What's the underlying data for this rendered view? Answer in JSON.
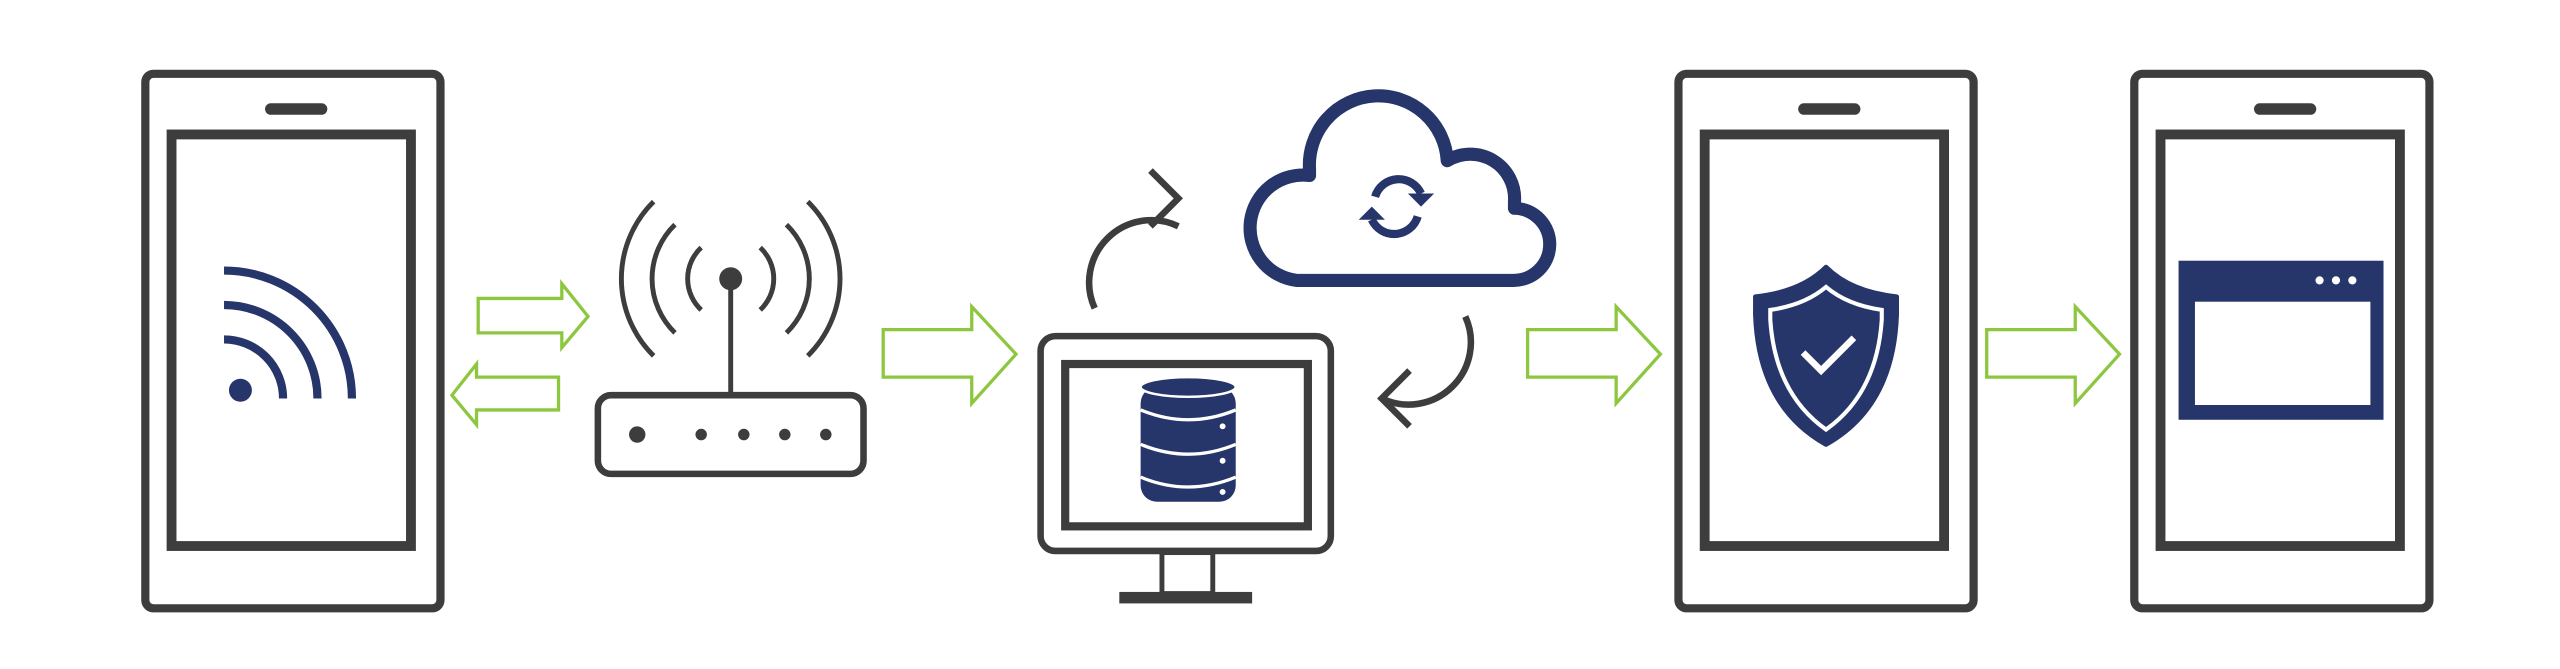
{
  "diagram": {
    "colors": {
      "outline": "#3d3d3d",
      "accent": "#26356a",
      "arrow": "#8dc63f",
      "background": "#ffffff"
    },
    "nodes": [
      {
        "id": "phone-wifi",
        "icon": "wifi-icon"
      },
      {
        "id": "router",
        "icon": "router-icon"
      },
      {
        "id": "server-monitor",
        "icon": "database-icon"
      },
      {
        "id": "cloud",
        "icon": "cloud-sync-icon"
      },
      {
        "id": "phone-security",
        "icon": "shield-check-icon"
      },
      {
        "id": "phone-app",
        "icon": "app-window-icon"
      }
    ],
    "edges": [
      {
        "from": "phone-wifi",
        "to": "router",
        "direction": "bidirectional"
      },
      {
        "from": "router",
        "to": "server-monitor",
        "direction": "forward"
      },
      {
        "from": "server-monitor",
        "to": "cloud",
        "direction": "bidirectional"
      },
      {
        "from": "server-monitor",
        "to": "phone-security",
        "direction": "forward"
      },
      {
        "from": "phone-security",
        "to": "phone-app",
        "direction": "forward"
      }
    ]
  }
}
